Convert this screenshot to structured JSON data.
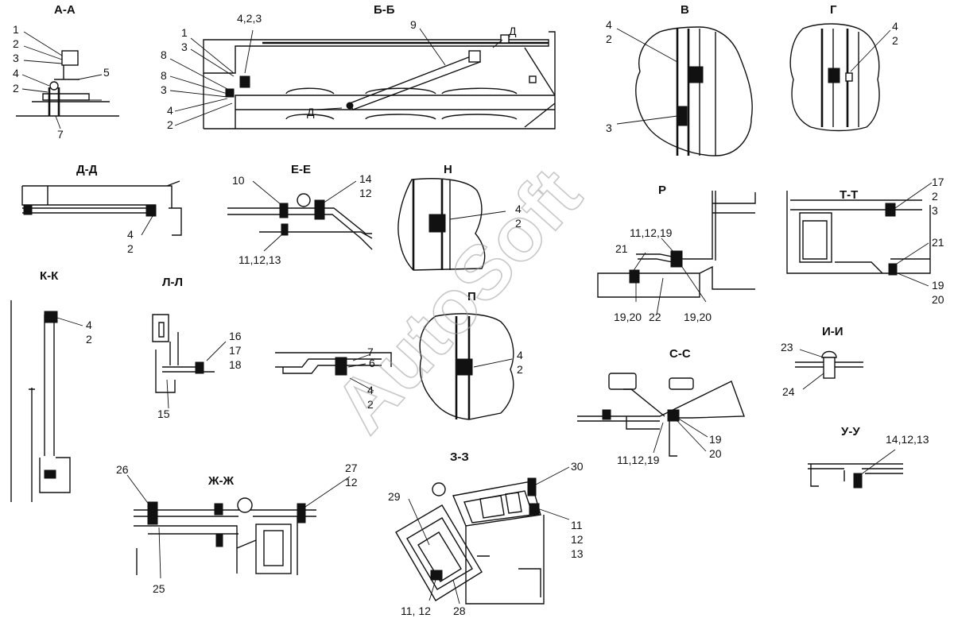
{
  "watermark": "AutoSoft",
  "sections": [
    {
      "id": "AA",
      "title": "А-А",
      "labels": [
        "1",
        "2",
        "3",
        "4",
        "2",
        "5",
        "7"
      ]
    },
    {
      "id": "BB",
      "title": "Б-Б",
      "labels": [
        "1",
        "3",
        "4,2,3",
        "9",
        "8",
        "8",
        "3",
        "4",
        "2",
        "Д",
        "Д"
      ]
    },
    {
      "id": "V",
      "title": "В",
      "labels": [
        "4",
        "2",
        "3"
      ]
    },
    {
      "id": "G",
      "title": "Г",
      "labels": [
        "4",
        "2"
      ]
    },
    {
      "id": "DD",
      "title": "Д-Д",
      "labels": [
        "4",
        "2"
      ]
    },
    {
      "id": "EE",
      "title": "Е-Е",
      "labels": [
        "10",
        "14",
        "12",
        "11,12,13"
      ]
    },
    {
      "id": "N",
      "title": "Н",
      "labels": [
        "4",
        "2"
      ]
    },
    {
      "id": "R",
      "title": "Р",
      "labels": [
        "11,12,19",
        "21",
        "19,20",
        "22",
        "19,20"
      ]
    },
    {
      "id": "TT",
      "title": "Т-Т",
      "labels": [
        "17",
        "2",
        "3",
        "21",
        "19",
        "20"
      ]
    },
    {
      "id": "KK",
      "title": "К-К",
      "labels": [
        "4",
        "2"
      ]
    },
    {
      "id": "LL",
      "title": "Л-Л",
      "labels": [
        "16",
        "17",
        "18",
        "15"
      ]
    },
    {
      "id": "P",
      "title": "П",
      "labels": [
        "7",
        "6",
        "4",
        "2",
        "4",
        "2"
      ]
    },
    {
      "id": "II",
      "title": "И-И",
      "labels": [
        "23",
        "24"
      ]
    },
    {
      "id": "SS",
      "title": "С-С",
      "labels": [
        "11,12,19",
        "19",
        "20"
      ]
    },
    {
      "id": "UU",
      "title": "У-У",
      "labels": [
        "14,12,13"
      ]
    },
    {
      "id": "ZhZh",
      "title": "Ж-Ж",
      "labels": [
        "26",
        "27",
        "12",
        "25"
      ]
    },
    {
      "id": "ZZ",
      "title": "З-З",
      "labels": [
        "30",
        "29",
        "11",
        "12",
        "13",
        "11, 12",
        "28"
      ]
    }
  ]
}
